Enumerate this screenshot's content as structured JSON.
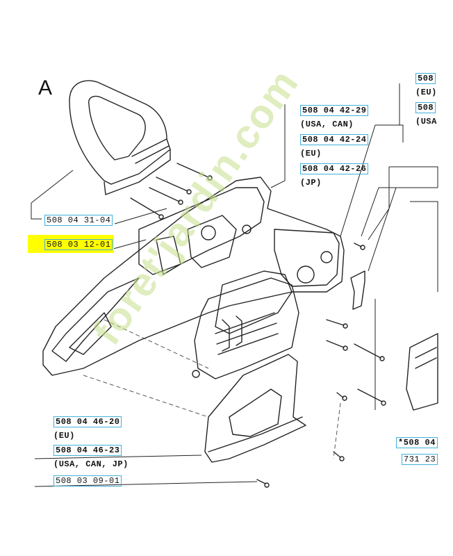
{
  "section_letter": "A",
  "watermark": "foret'jardin.com",
  "labels": {
    "handle_part": "508 04 31-04",
    "housing_part": "508 03 12-01",
    "screw_usa_can": "508 04 42-29",
    "screw_usa_can_region": "(USA, CAN)",
    "screw_eu": "508 04 42-24",
    "screw_eu_region": "(EU)",
    "screw_jp": "508 04 42-26",
    "screw_jp_region": "(JP)",
    "cover_eu": "508 04 46-20",
    "cover_eu_region": "(EU)",
    "cover_usa": "508 04 46-23",
    "cover_usa_region": "(USA, CAN, JP)",
    "screw_bottom": "508 03 09-01",
    "right_top_part1": "508",
    "right_top_region1": "(EU)",
    "right_top_part2": "508",
    "right_top_region2": "(USA",
    "right_bottom_part1": "*508 04",
    "right_bottom_part2": "731 23"
  },
  "colors": {
    "highlight": "#ffff00",
    "label_box": "#3fb0d8",
    "watermark": "#c6e08c",
    "line": "#222222"
  }
}
